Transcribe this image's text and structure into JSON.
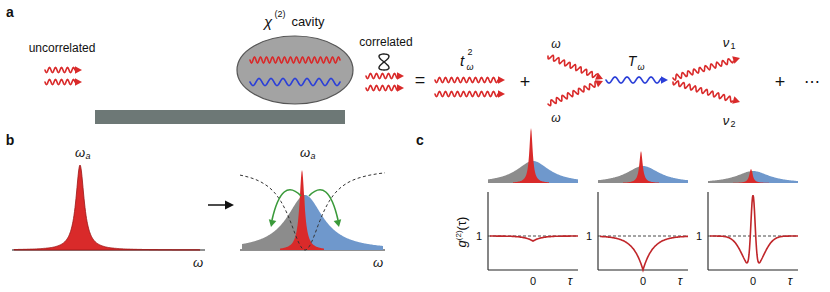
{
  "diagram": {
    "labels": [
      "a",
      "χ",
      "(2)",
      "cavity",
      "uncorrelated",
      "correlated",
      "=",
      "t",
      "2",
      "ω",
      "+",
      "ω",
      "ω",
      "T",
      "ω",
      "ν",
      "1",
      "ν",
      "2",
      "+",
      "⋯",
      "b",
      "ω",
      "a",
      "ω",
      "ω",
      "a",
      "ω",
      "c",
      "g",
      "(2)",
      "(τ)",
      "1",
      "0",
      "τ",
      "1",
      "0",
      "τ",
      "1",
      "0",
      "τ"
    ]
  }
}
